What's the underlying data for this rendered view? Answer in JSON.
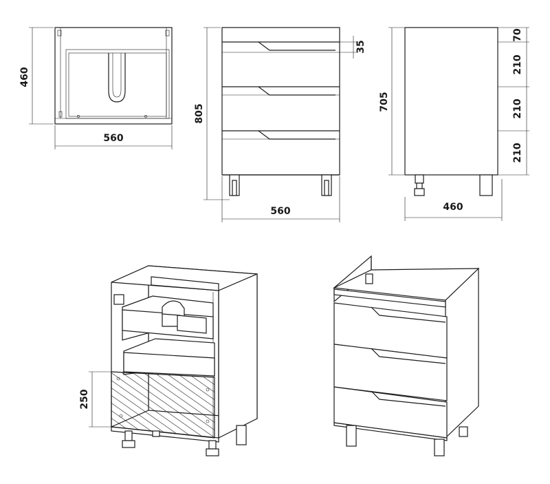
{
  "dimensions": {
    "top_view_depth": "460",
    "top_view_width": "560",
    "front_view_height": "805",
    "front_view_width": "560",
    "top_rail_height": "35",
    "side_view_body_height": "705",
    "side_view_depth": "460",
    "side_segment_top": "70",
    "side_segment_1": "210",
    "side_segment_2": "210",
    "side_segment_3": "210",
    "open_view_drawer_height": "250"
  },
  "colors": {
    "line": "#1a1a1a",
    "panel_fill": "#ffffff",
    "hatch": "#1a1a1a"
  }
}
